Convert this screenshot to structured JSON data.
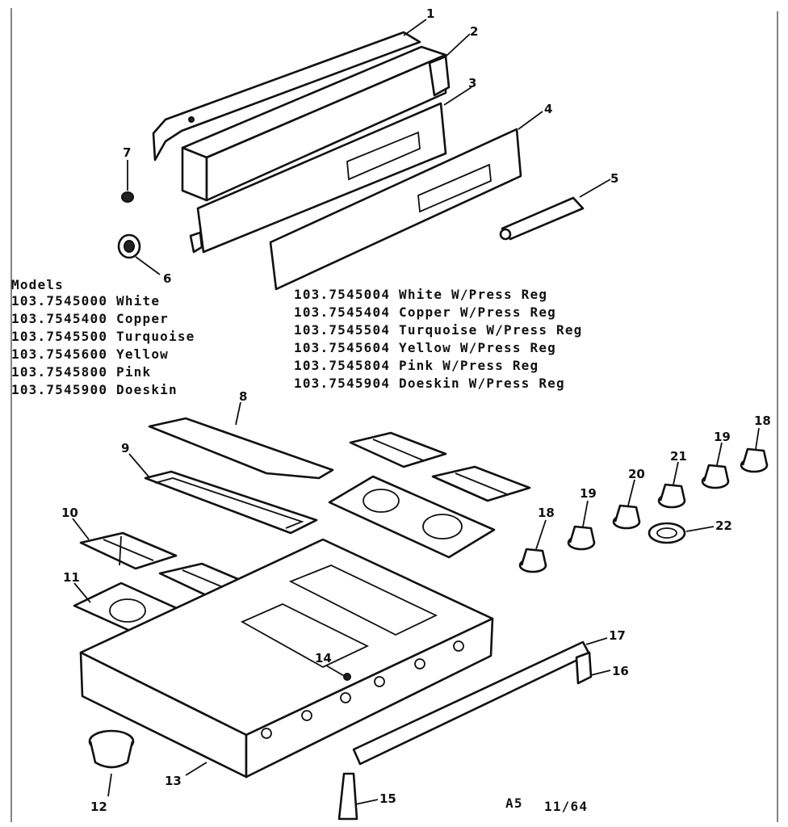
{
  "models": {
    "heading": "Models",
    "left": [
      "103.7545000 White",
      "103.7545400 Copper",
      "103.7545500 Turquoise",
      "103.7545600 Yellow",
      "103.7545800 Pink",
      "103.7545900 Doeskin"
    ],
    "right": [
      "103.7545004 White W/Press Reg",
      "103.7545404 Copper W/Press Reg",
      "103.7545504 Turquoise W/Press Reg",
      "103.7545604 Yellow W/Press Reg",
      "103.7545804 Pink W/Press Reg",
      "103.7545904 Doeskin W/Press Reg"
    ]
  },
  "callouts": {
    "c1": "1",
    "c2": "2",
    "c3": "3",
    "c4": "4",
    "c5": "5",
    "c6": "6",
    "c7": "7",
    "c8": "8",
    "c9": "9",
    "c10": "10",
    "c11": "11",
    "c12": "12",
    "c13": "13",
    "c14": "14",
    "c15": "15",
    "c16": "16",
    "c17": "17",
    "c18a": "18",
    "c18b": "18",
    "c19a": "19",
    "c19b": "19",
    "c20": "20",
    "c21": "21",
    "c22": "22"
  },
  "footer": {
    "code": "A5",
    "date": "11/64"
  }
}
